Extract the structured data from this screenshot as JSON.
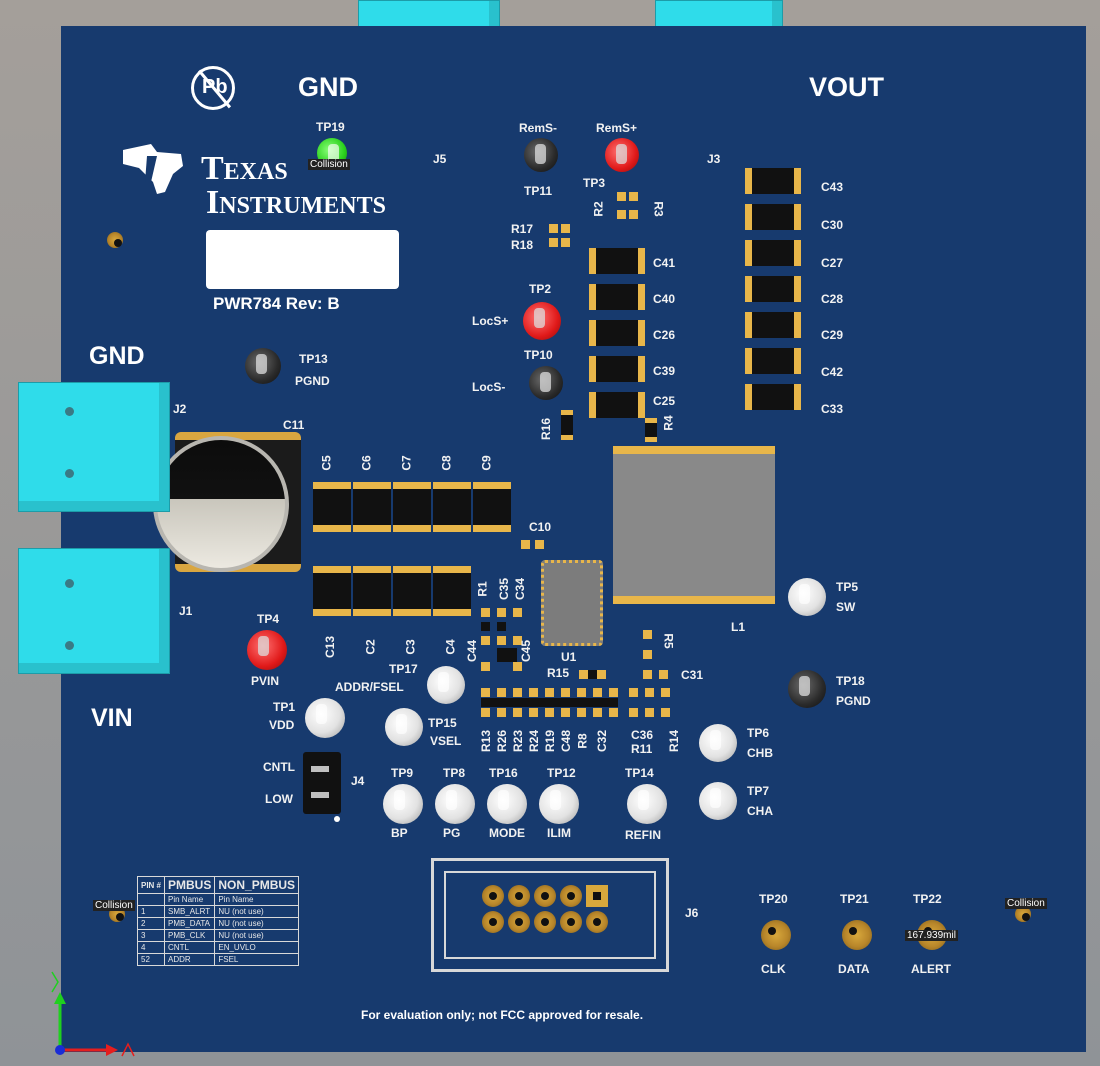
{
  "labels": {
    "gnd_top": "GND",
    "vout": "VOUT",
    "gnd_left": "GND",
    "vin": "VIN",
    "pb": "Pb",
    "ti_texas": "Texas",
    "ti_instruments": "Instruments",
    "pwr": "PWR784 Rev: B",
    "footer": "For evaluation only; not FCC approved for resale.",
    "cntl": "CNTL",
    "low": "LOW"
  },
  "connectors": {
    "j5": "J5",
    "j3": "J3",
    "j2": "J2",
    "j1": "J1",
    "j4": "J4",
    "j6": "J6"
  },
  "components": {
    "c11": "C11",
    "l1": "L1",
    "u1": "U1",
    "c5": "C5",
    "c6": "C6",
    "c7": "C7",
    "c8": "C8",
    "c9": "C9",
    "c13": "C13",
    "c2": "C2",
    "c3": "C3",
    "c4": "C4",
    "c41": "C41",
    "c40": "C40",
    "c26": "C26",
    "c39": "C39",
    "c25": "C25",
    "c43": "C43",
    "c30": "C30",
    "c27": "C27",
    "c28": "C28",
    "c29": "C29",
    "c42": "C42",
    "c33": "C33",
    "c10": "C10",
    "r1": "R1",
    "c35": "C35",
    "c34": "C34",
    "c44": "C44",
    "c45": "C45",
    "r15": "R15",
    "c31": "C31",
    "r5": "R5",
    "r4": "R4",
    "r16": "R16",
    "r2": "R2",
    "r3": "R3",
    "r17": "R17",
    "r18": "R18",
    "r13": "R13",
    "r26": "R26",
    "r23": "R23",
    "r24": "R24",
    "r19": "R19",
    "c48": "C48",
    "r8": "R8",
    "c32": "C32",
    "c36": "C36",
    "r11": "R11",
    "r14": "R14"
  },
  "test_points": {
    "tp19": "TP19",
    "tp11": "TP11",
    "remsm": "RemS-",
    "tp3": "TP3",
    "remsp": "RemS+",
    "tp2": "TP2",
    "locsp": "LocS+",
    "tp10": "TP10",
    "locsm": "LocS-",
    "tp13": "TP13",
    "pgnd13": "PGND",
    "tp4": "TP4",
    "pvin": "PVIN",
    "tp1": "TP1",
    "vdd": "VDD",
    "tp17": "TP17",
    "addr": "ADDR/FSEL",
    "tp15": "TP15",
    "vsel": "VSEL",
    "tp9": "TP9",
    "bp": "BP",
    "tp8": "TP8",
    "pg": "PG",
    "tp16": "TP16",
    "mode": "MODE",
    "tp12": "TP12",
    "ilim": "ILIM",
    "tp14": "TP14",
    "refin": "REFIN",
    "tp5": "TP5",
    "sw": "SW",
    "tp18": "TP18",
    "pgnd18": "PGND",
    "tp6": "TP6",
    "chb": "CHB",
    "tp7": "TP7",
    "cha": "CHA",
    "tp20": "TP20",
    "clk": "CLK",
    "tp21": "TP21",
    "data": "DATA",
    "tp22": "TP22",
    "alert": "ALERT"
  },
  "overlays": {
    "collision": "Collision",
    "measure": "167.939mil"
  },
  "pin_table": {
    "headers": [
      "PIN #",
      "PMBUS",
      "NON_PMBUS"
    ],
    "subheaders": [
      "",
      "Pin Name",
      "Pin Name"
    ],
    "rows": [
      [
        "1",
        "SMB_ALRT",
        "NU (not use)"
      ],
      [
        "2",
        "PMB_DATA",
        "NU (not use)"
      ],
      [
        "3",
        "PMB_CLK",
        "NU (not use)"
      ],
      [
        "4",
        "CNTL",
        "EN_UVLO"
      ],
      [
        "52",
        "ADDR",
        "FSEL"
      ]
    ]
  }
}
